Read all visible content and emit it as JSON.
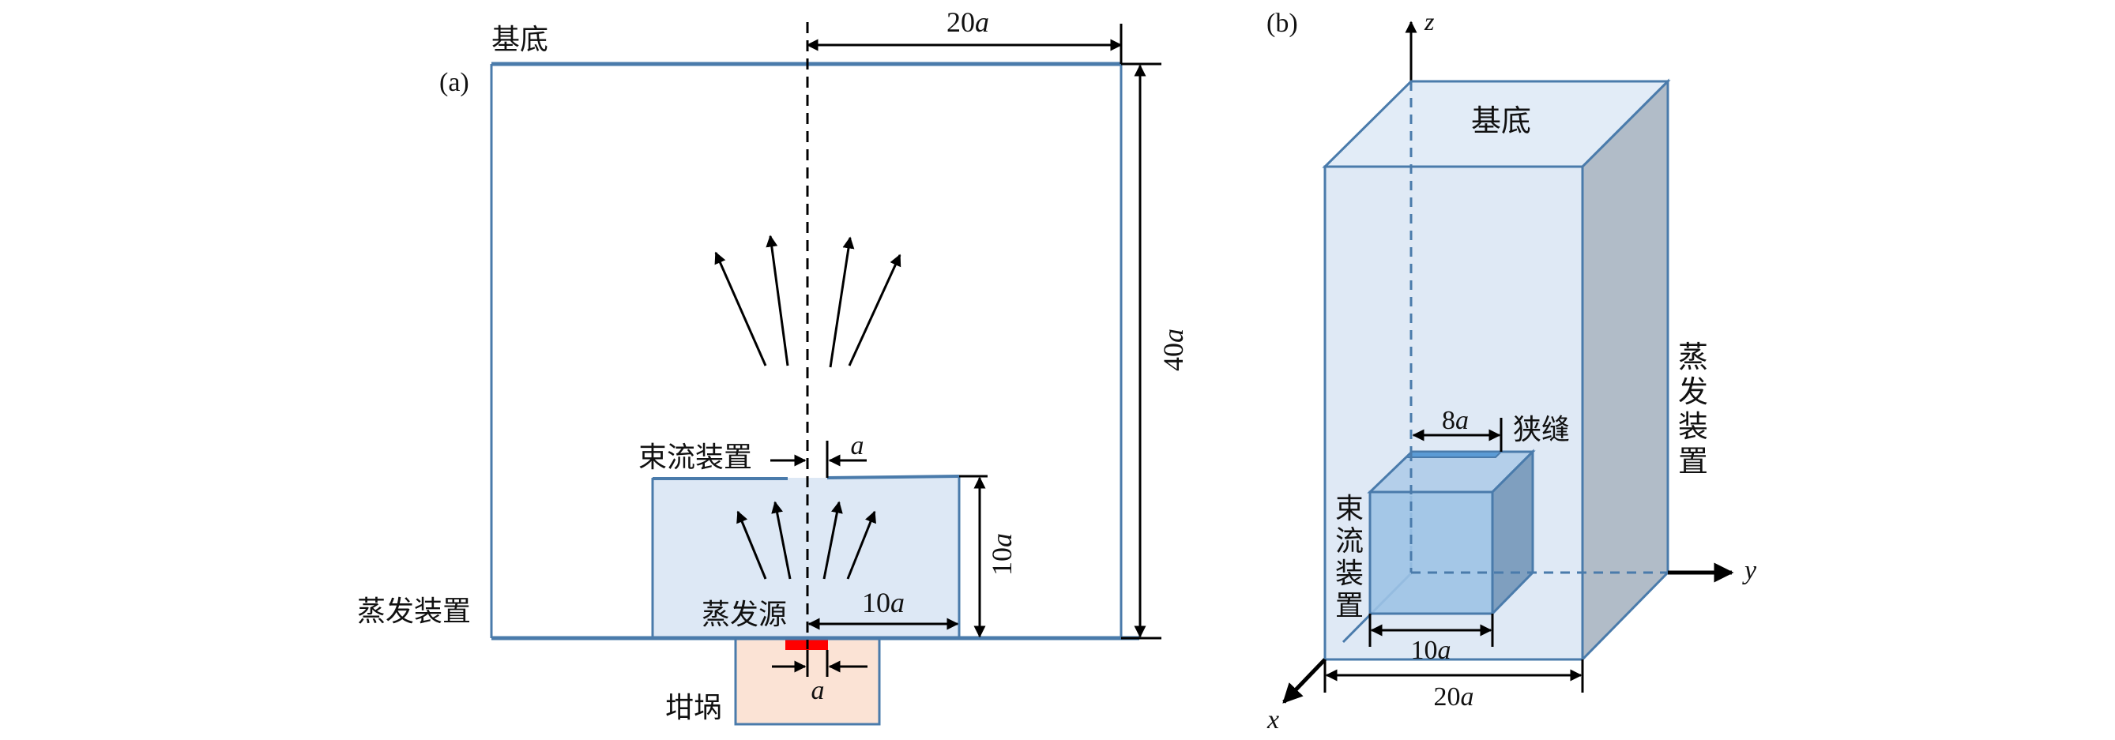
{
  "figure": {
    "panel_a": {
      "label": "(a)",
      "substrate_label": "基底",
      "evaporator_label": "蒸发装置",
      "beam_device_label": "束流装置",
      "source_label": "蒸发源",
      "crucible_label": "坩埚",
      "dims": {
        "half_width": {
          "num": "20",
          "var": "a"
        },
        "height": {
          "num": "40",
          "var": "a"
        },
        "beam_height": {
          "num": "10",
          "var": "a"
        },
        "beam_half_width": {
          "num": "10",
          "var": "a"
        },
        "slit_width": {
          "num": "",
          "var": "a"
        },
        "source_width": {
          "num": "",
          "var": "a"
        }
      }
    },
    "panel_b": {
      "label": "(b)",
      "substrate_label": "基底",
      "evaporator_label_chars": [
        "蒸",
        "发",
        "装",
        "置"
      ],
      "beam_device_label_chars": [
        "束",
        "流",
        "装",
        "置"
      ],
      "slit_label": "狭缝",
      "axes": {
        "x": "x",
        "y": "y",
        "z": "z"
      },
      "dims": {
        "slit_length": {
          "num": "8",
          "var": "a"
        },
        "beam_width": {
          "num": "10",
          "var": "a"
        },
        "total_width": {
          "num": "20",
          "var": "a"
        }
      }
    },
    "colors": {
      "outline": "#4a7bab",
      "beam_fill_2d": "#dde8f5",
      "crucible_fill": "#fbe3d5",
      "source_red": "#ff0000",
      "outer_front": "#dfe9f5",
      "outer_side": "#b1bcc8",
      "inner_top": "#b4cfea",
      "inner_front": "#9dc3e6",
      "inner_side": "#7f9fbf",
      "slit": "#5b9bd5"
    }
  }
}
